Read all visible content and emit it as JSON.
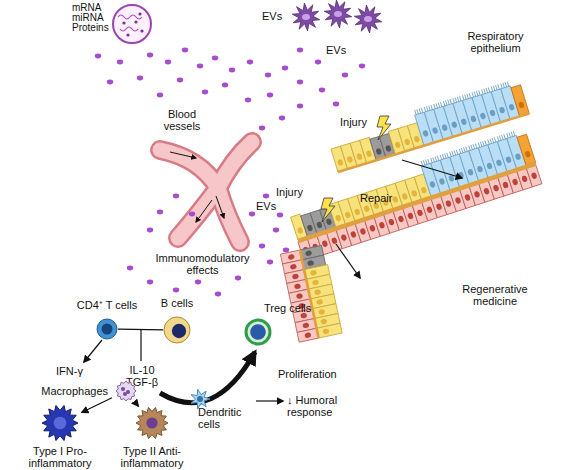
{
  "diagram": {
    "nodes": [
      {
        "text": [
          "CD4⁺ T cells"
        ]
      },
      {
        "text": [
          "B cells"
        ]
      },
      {
        "text": [
          "Treg cells"
        ]
      },
      {
        "text": [
          "Macrophages"
        ]
      },
      {
        "text": [
          "Type I Pro-inflammatory"
        ]
      },
      {
        "text": [
          "Type II Anti-inflammatory"
        ]
      },
      {
        "text": [
          "Dendritic cells"
        ]
      }
    ],
    "edges": [
      {
        "from": 0,
        "to": 1,
        "arrow": "none"
      },
      {
        "from": 3,
        "to": 4,
        "arrow": "to"
      },
      {
        "from": 3,
        "to": 5,
        "arrow": "to"
      }
    ],
    "labels": [
      "mRNA",
      "miRNA",
      "Proteins",
      "EVs",
      "Respiratory epithelium",
      "EVs",
      "Blood vessels",
      "Injury",
      "Injury",
      "Repair",
      "EVs",
      "Immunomodulatory effects",
      "Regenerative medicine",
      "IFN-γ",
      "IL-10 TGF-β",
      "Proliferation",
      "↓ Humoral response"
    ]
  }
}
